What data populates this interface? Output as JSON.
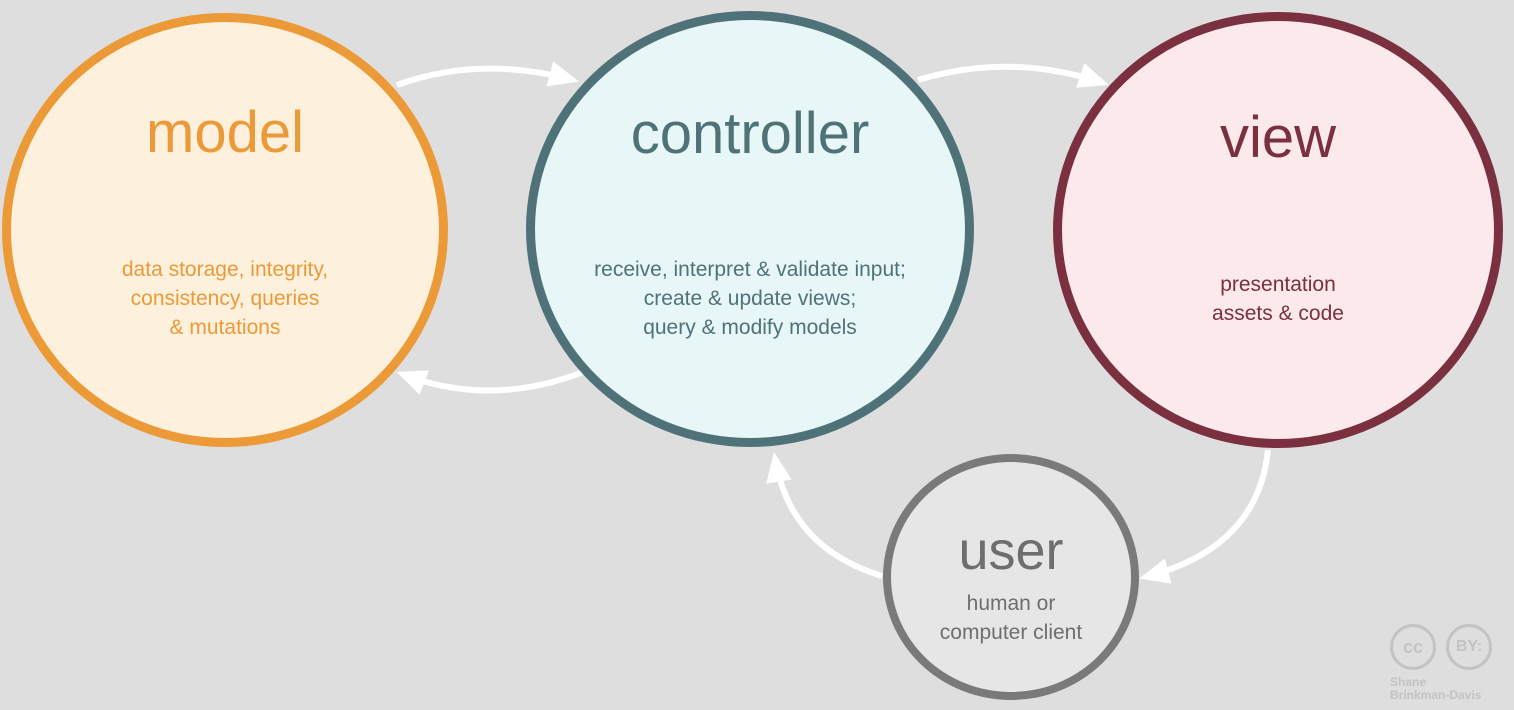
{
  "nodes": {
    "model": {
      "title": "model",
      "lines": [
        "data storage, integrity,",
        "consistency, queries",
        "& mutations"
      ]
    },
    "controller": {
      "title": "controller",
      "lines": [
        "receive, interpret & validate input;",
        "create & update views;",
        "query & modify models"
      ]
    },
    "view": {
      "title": "view",
      "lines": [
        "presentation",
        "assets & code"
      ]
    },
    "user": {
      "title": "user",
      "lines": [
        "human or",
        "computer client"
      ]
    }
  },
  "license": {
    "cc": "cc",
    "by": "BY:",
    "author_first": "Shane",
    "author_last": "Brinkman-Davis"
  },
  "colors": {
    "background": "#dedede",
    "model": "#ec9a38",
    "controller": "#4f7278",
    "view": "#7b3040",
    "user": "#7a7a7a",
    "arrow": "#ffffff"
  }
}
